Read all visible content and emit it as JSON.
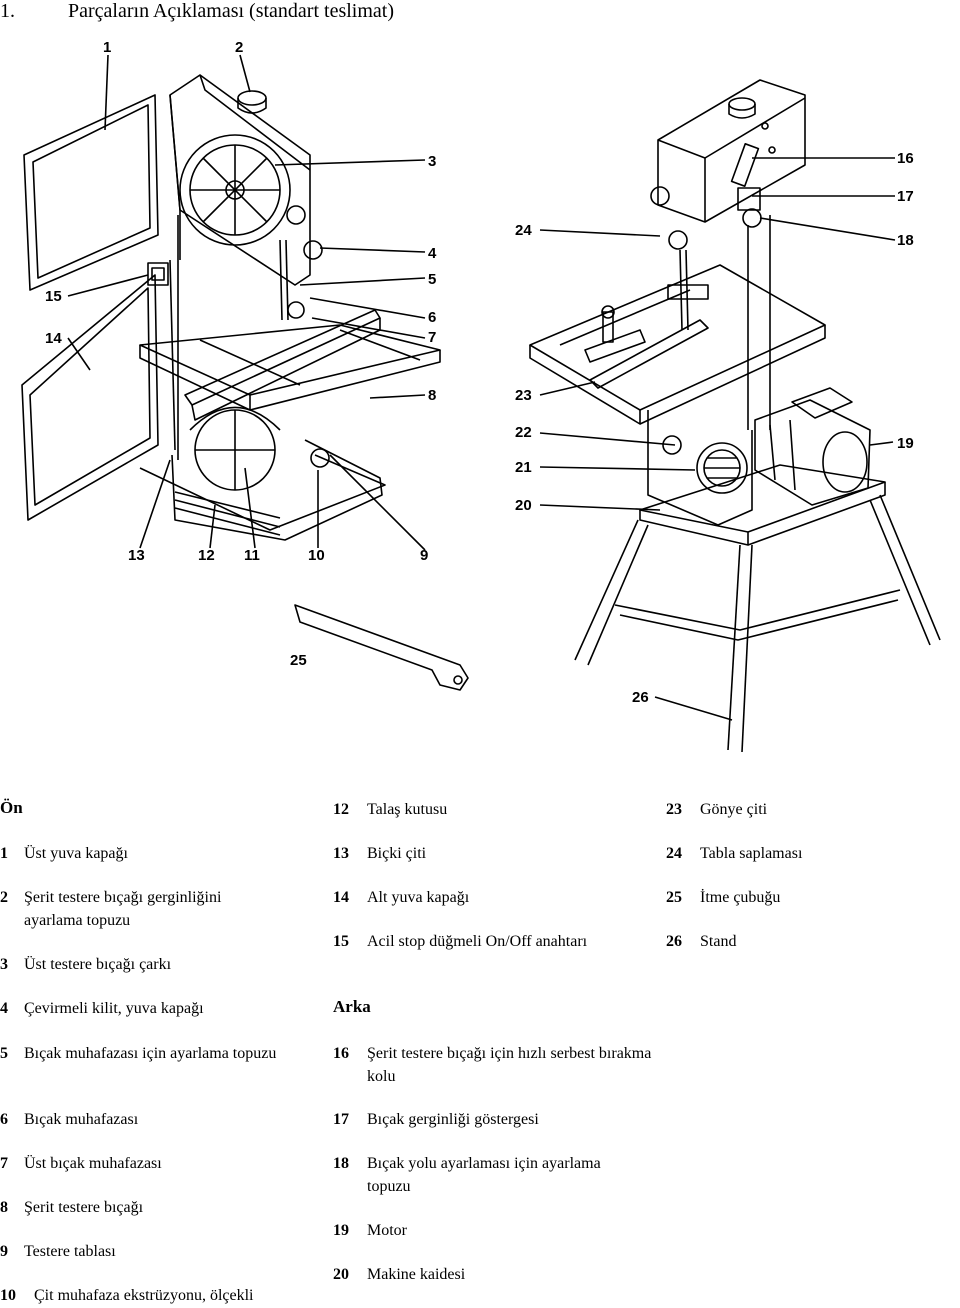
{
  "heading": {
    "number": "1.",
    "title": "Parçaların Açıklaması (standart teslimat)"
  },
  "figure": {
    "callouts": [
      "1",
      "2",
      "3",
      "4",
      "5",
      "6",
      "7",
      "8",
      "9",
      "10",
      "11",
      "12",
      "13",
      "14",
      "15",
      "16",
      "17",
      "18",
      "19",
      "20",
      "21",
      "22",
      "23",
      "24",
      "25",
      "26"
    ]
  },
  "sections": {
    "front": "Ön",
    "back": "Arka"
  },
  "items": [
    {
      "num": "1",
      "text": "Üst yuva kapağı"
    },
    {
      "num": "2",
      "text": "Şerit testere bıçağı gerginliğini ayarlama topuzu"
    },
    {
      "num": "3",
      "text": "Üst testere bıçağı çarkı"
    },
    {
      "num": "4",
      "text": "Çevirmeli kilit, yuva kapağı"
    },
    {
      "num": "5",
      "text": "Bıçak muhafazası için ayarlama topuzu"
    },
    {
      "num": "6",
      "text": "Bıçak muhafazası"
    },
    {
      "num": "7",
      "text": "Üst bıçak muhafazası"
    },
    {
      "num": "8",
      "text": "Şerit testere bıçağı"
    },
    {
      "num": "9",
      "text": "Testere tablası"
    },
    {
      "num": "10",
      "text": "Çit muhafaza ekstrüzyonu, ölçekli"
    },
    {
      "num": "12",
      "text": "Talaş kutusu"
    },
    {
      "num": "13",
      "text": "Biçki çiti"
    },
    {
      "num": "14",
      "text": "Alt yuva kapağı"
    },
    {
      "num": "15",
      "text": "Acil stop düğmeli On/Off anahtarı"
    },
    {
      "num": "16",
      "text": "Şerit testere bıçağı için hızlı serbest bırakma kolu"
    },
    {
      "num": "17",
      "text": "Bıçak gerginliği göstergesi"
    },
    {
      "num": "18",
      "text": "Bıçak yolu ayarlaması için ayarlama topuzu"
    },
    {
      "num": "19",
      "text": "Motor"
    },
    {
      "num": "20",
      "text": "Makine kaidesi"
    },
    {
      "num": "23",
      "text": "Gönye çiti"
    },
    {
      "num": "24",
      "text": "Tabla saplaması"
    },
    {
      "num": "25",
      "text": "İtme çubuğu"
    },
    {
      "num": "26",
      "text": "Stand"
    }
  ]
}
